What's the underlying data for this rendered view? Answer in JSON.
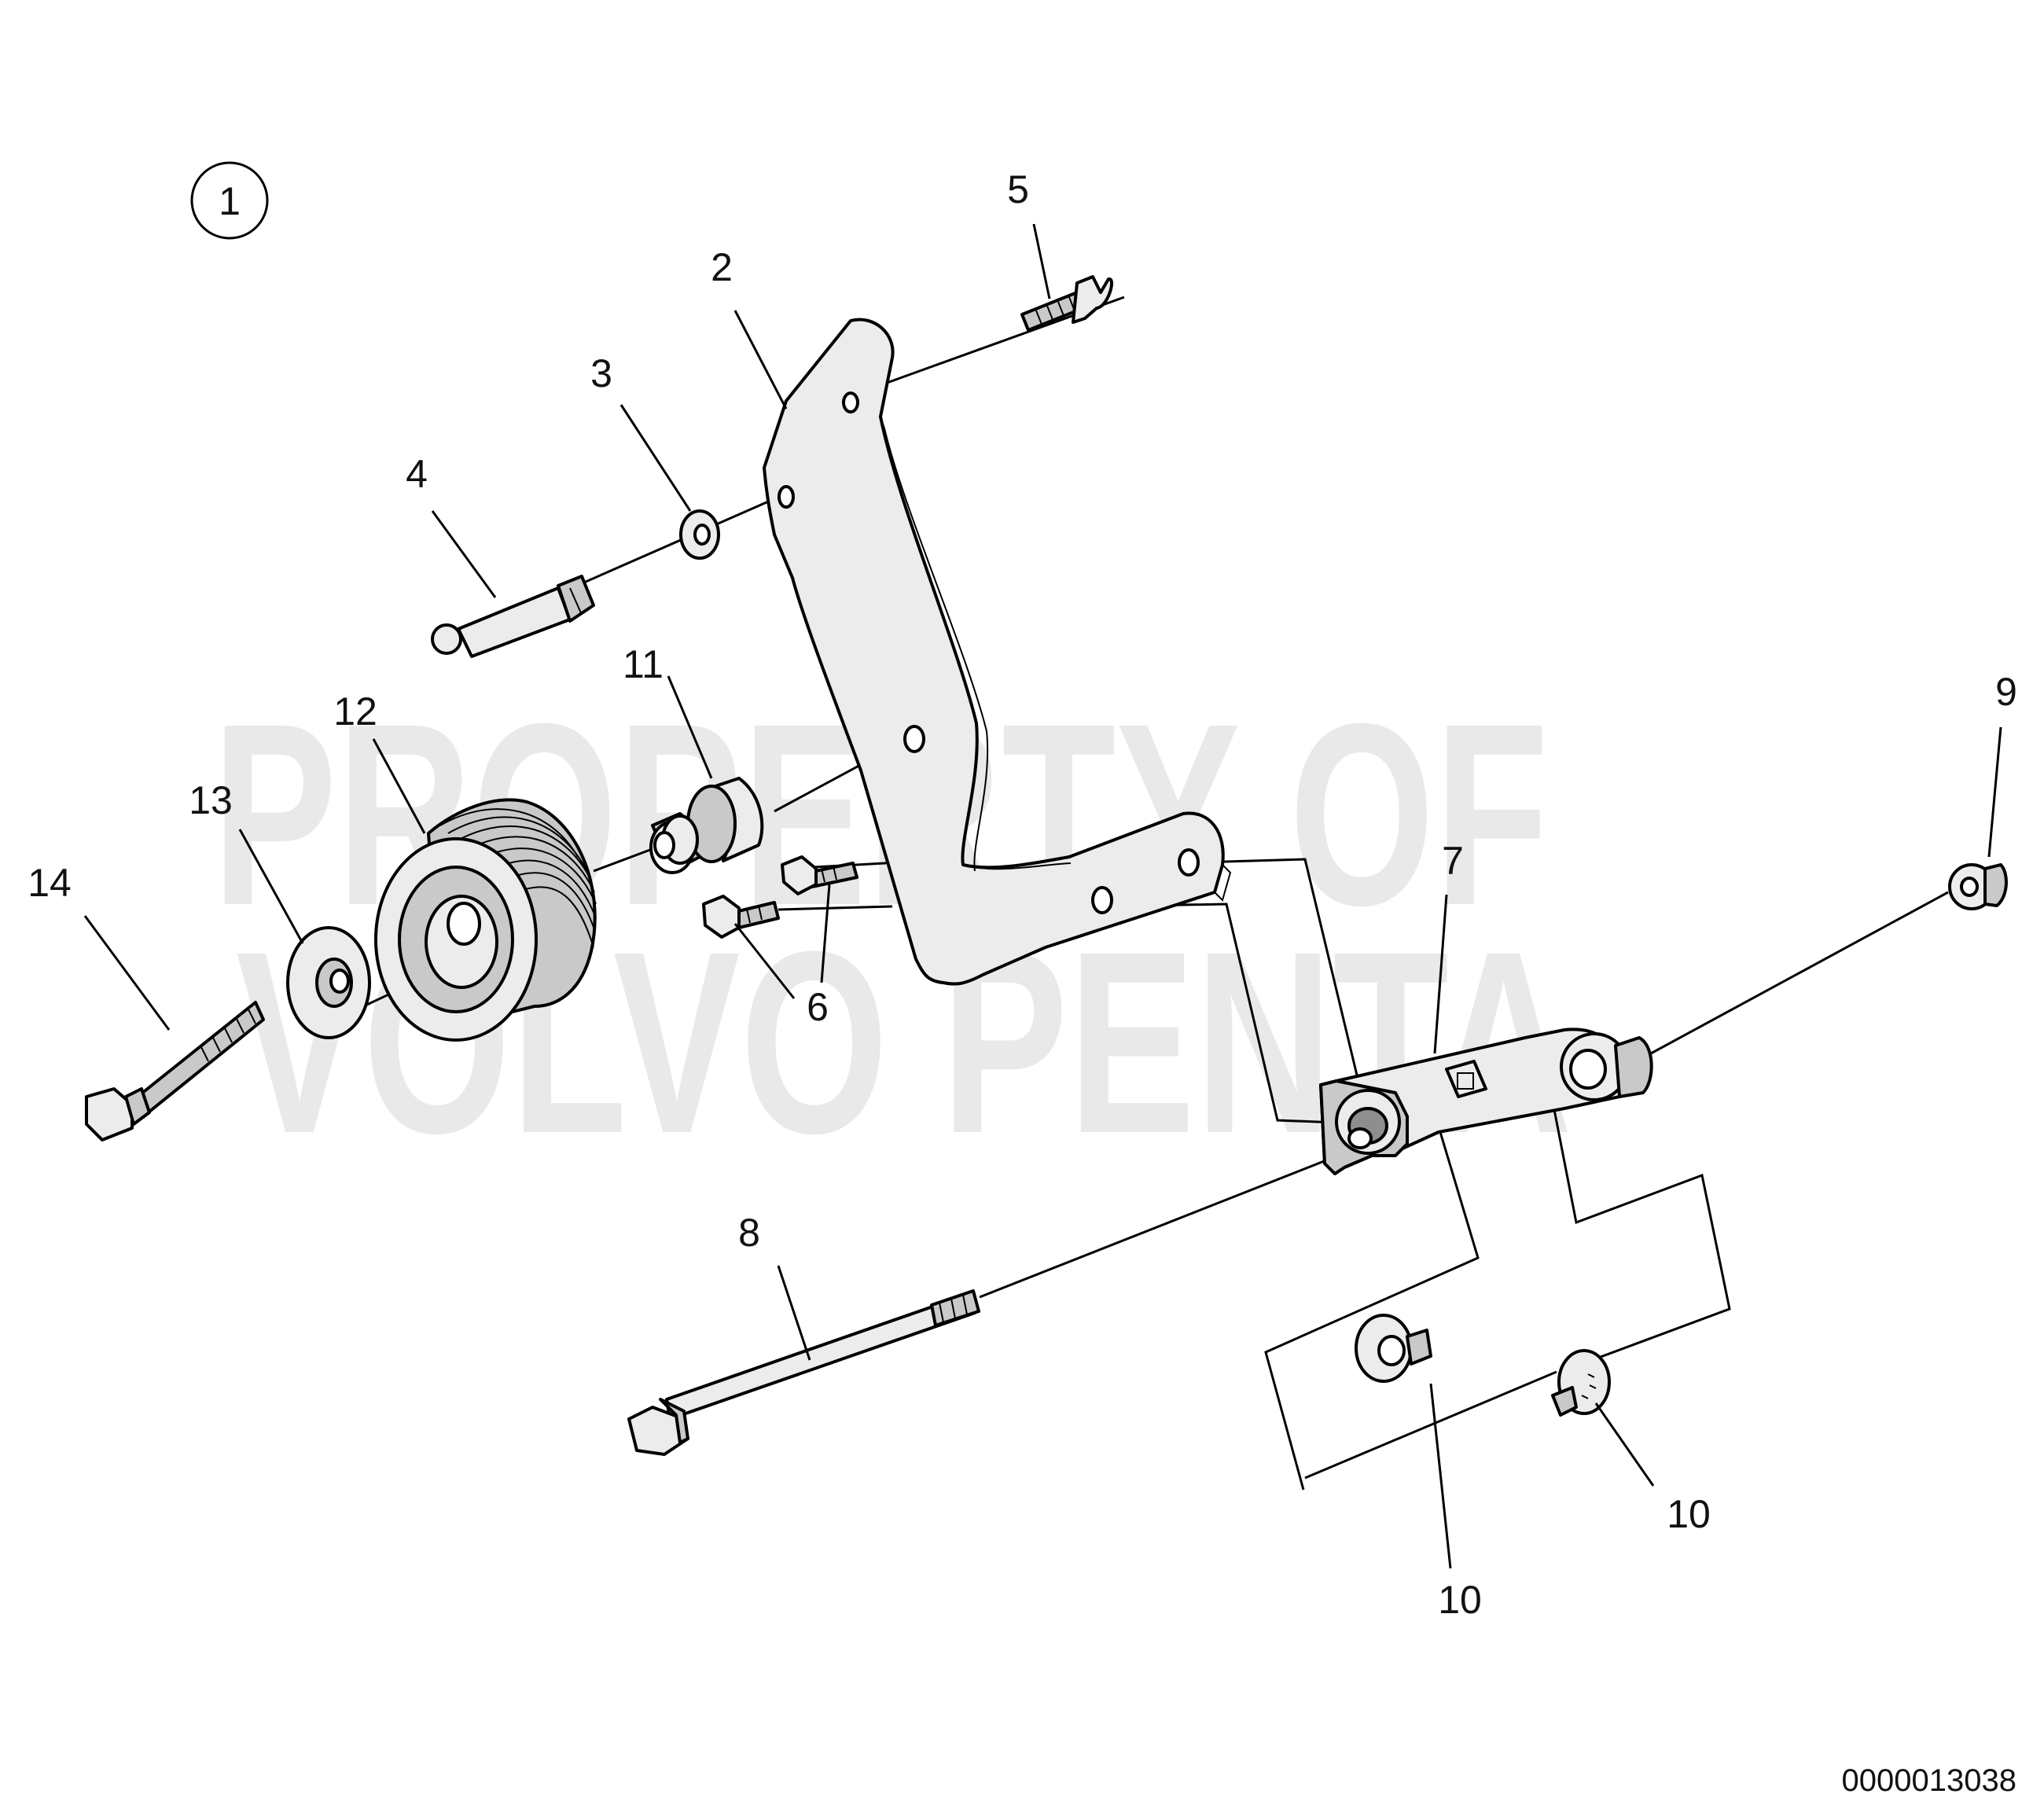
{
  "figure_number": "1",
  "watermark": {
    "line1": "PROPERTY OF",
    "line2": "VOLVO PENTA"
  },
  "document_id": "0000013038",
  "callouts": {
    "c2": "2",
    "c3": "3",
    "c4": "4",
    "c5": "5",
    "c6": "6",
    "c7": "7",
    "c8": "8",
    "c9": "9",
    "c10a": "10",
    "c10b": "10",
    "c11": "11",
    "c12": "12",
    "c13": "13",
    "c14": "14"
  }
}
